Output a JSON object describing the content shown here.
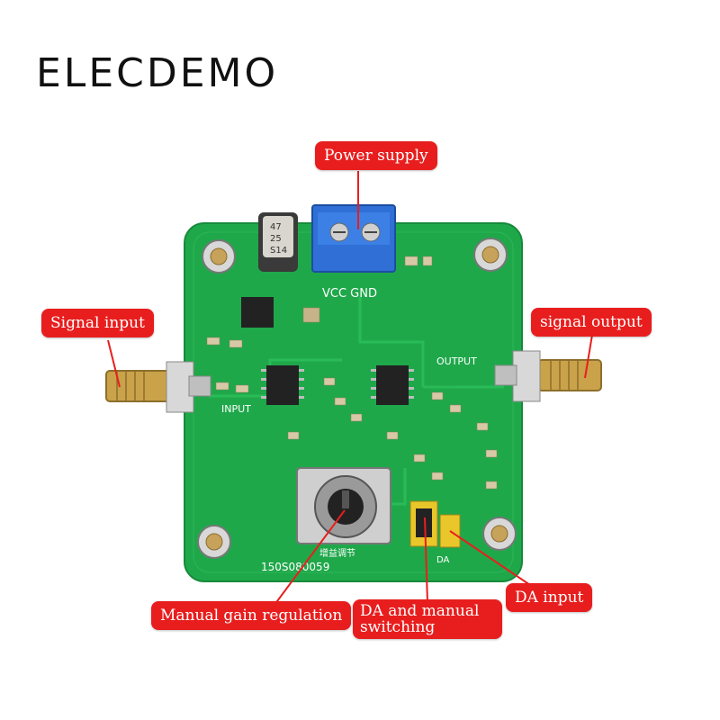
{
  "brand": "ELECDEMO",
  "board": {
    "silkscreen": {
      "vcc_gnd": "VCC GND",
      "output": "OUTPUT",
      "input": "INPUT",
      "serial": "150S080059",
      "gain_label": "增益调节",
      "da_label": "DA"
    }
  },
  "callouts": {
    "power_supply": "Power supply",
    "signal_input": "Signal input",
    "signal_output": "signal output",
    "manual_gain": "Manual gain regulation",
    "da_switching": "DA and manual switching",
    "da_input": "DA input"
  },
  "colors": {
    "pcb": "#1fa84a",
    "callout": "#e81e1e",
    "terminal": "#2f6fd6",
    "connector": "#c9a24a"
  }
}
